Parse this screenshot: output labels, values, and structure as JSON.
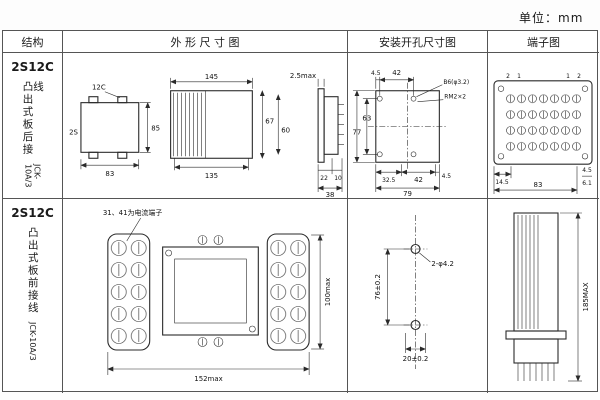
{
  "unit_label": "单位：mm",
  "headers": {
    "structure": "结构",
    "outline": "外 形 尺 寸 图",
    "install": "安装开孔尺寸图",
    "terminal": "端子图"
  },
  "row1": {
    "model": "2S12C",
    "desc": "凸出式板后接线",
    "code": "JCK-10A/3",
    "outline": {
      "label_12c": "12C",
      "label_2s": "2S",
      "dim_83": "83",
      "dim_85": "85",
      "dim_145": "145",
      "dim_135": "135",
      "dim_67": "67",
      "dim_60": "60",
      "dim_25max": "2.5max",
      "dim_22": "22",
      "dim_10": "10",
      "dim_38": "38"
    },
    "install": {
      "dim_45a": "4.5",
      "dim_42a": "42",
      "hole_label": "B6(φ3.2)",
      "screw_label": "RM2×2",
      "dim_77": "77",
      "dim_63": "63",
      "dim_325": "32.5",
      "dim_42b": "42",
      "dim_45b": "4.5",
      "dim_79": "79"
    },
    "terminal": {
      "pin_a": "2",
      "pin_b": "1",
      "pin_c": "1",
      "pin_d": "2",
      "dim_145": "14.5",
      "dim_45": "4.5",
      "dim_61": "6.1",
      "dim_83": "83"
    }
  },
  "row2": {
    "model": "2S12C",
    "desc": "凸出式板前接线",
    "code": "JCK-10A/3",
    "outline": {
      "note": "31、41为电流端子",
      "dim_152": "152max",
      "dim_100": "100max"
    },
    "install": {
      "dim_76": "76±0.2",
      "hole_label": "2-φ4.2",
      "dim_20": "20±0.2"
    },
    "terminal": {
      "dim_185": "185MAX"
    }
  }
}
